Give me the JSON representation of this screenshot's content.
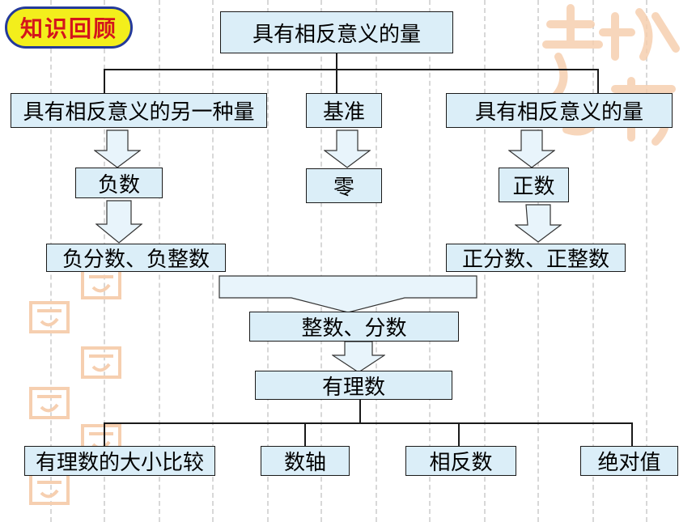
{
  "badge": {
    "label": "知识回顾"
  },
  "diagram": {
    "top": "具有相反意义的量",
    "left_branch": {
      "head": "具有相反意义的另一种量",
      "mid": "负数",
      "leaf": "负分数、负整数"
    },
    "center_branch": {
      "head": "基准",
      "mid": "零"
    },
    "right_branch": {
      "head": "具有相反意义的量",
      "mid": "正数",
      "leaf": "正分数、正整数"
    },
    "merged": "整数、分数",
    "rational": "有理数",
    "topics": [
      "有理数的大小比较",
      "数轴",
      "相反数",
      "绝对值"
    ]
  },
  "colors": {
    "box_fill": "#dbeef8",
    "arrow_fill": "#e8f4fb",
    "badge_fill": "#f3ee1c",
    "badge_text": "#d4141c",
    "badge_border": "#243a9a"
  }
}
